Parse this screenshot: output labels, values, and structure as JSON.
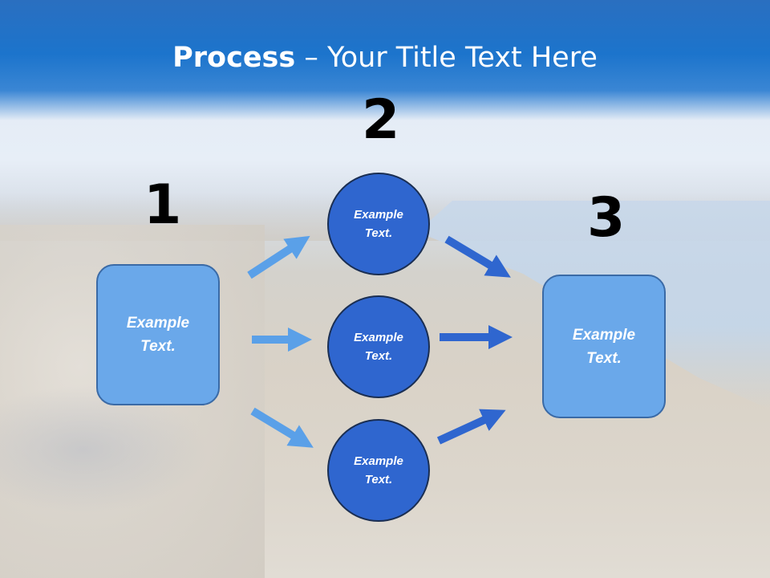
{
  "title": {
    "bold": "Process",
    "rest": " – Your Title Text Here"
  },
  "numbers": {
    "n1": "1",
    "n2": "2",
    "n3": "3"
  },
  "step1": {
    "line1": "Example",
    "line2": "Text."
  },
  "circles": [
    {
      "line1": "Example",
      "line2": "Text."
    },
    {
      "line1": "Example",
      "line2": "Text."
    },
    {
      "line1": "Example",
      "line2": "Text."
    }
  ],
  "step3": {
    "line1": "Example",
    "line2": "Text."
  },
  "colors": {
    "header": "#1c74cc",
    "box": "#6aa8ea",
    "circle": "#2f66cf",
    "arrow_light": "#5aa0e8",
    "arrow_dark": "#2f66cf"
  }
}
